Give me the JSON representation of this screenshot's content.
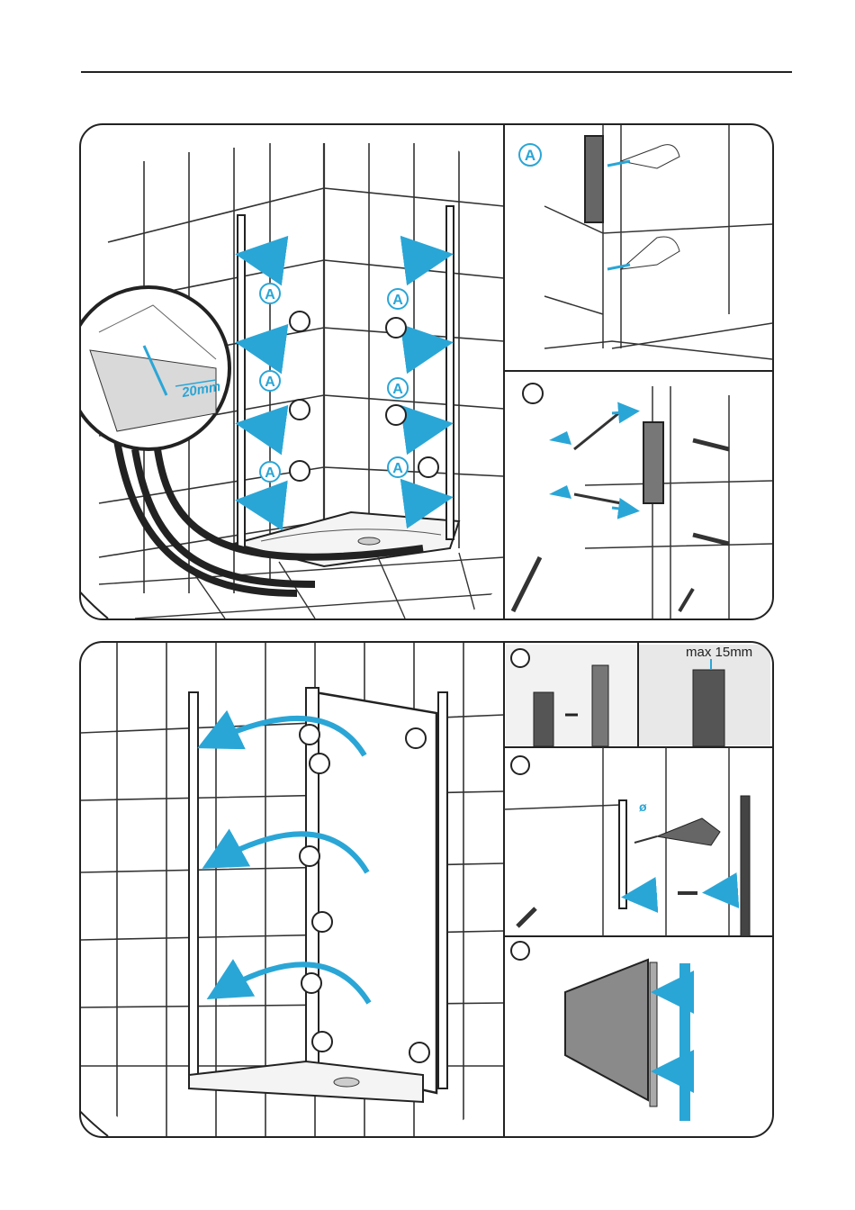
{
  "labels": {
    "anchor_marker": "A",
    "gap_dimension": "20mm",
    "max_dimension": "max 15mm",
    "drill_symbol": "ø"
  },
  "colors": {
    "accent": "#2aa6d6",
    "outline": "#222222",
    "tile_line": "#333333",
    "glass": "#7a7a7a"
  }
}
